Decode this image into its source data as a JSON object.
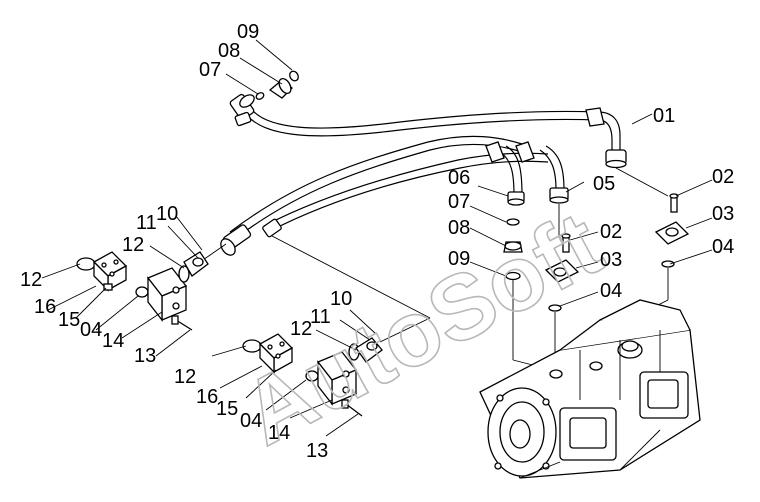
{
  "watermark": "AutoSoft",
  "labels": {
    "l01": "01",
    "l02a": "02",
    "l03a": "03",
    "l04a": "04",
    "l05": "05",
    "l06": "06",
    "l07a": "07",
    "l08a": "08",
    "l09a": "09",
    "l02b": "02",
    "l03b": "03",
    "l04b": "04",
    "l07b": "07",
    "l08b": "08",
    "l09b": "09",
    "l11a": "11",
    "l10a": "10",
    "l12a": "12",
    "l12b": "12",
    "l16a": "16",
    "l15a": "15",
    "l04c": "04",
    "l14a": "14",
    "l13a": "13",
    "l10b": "10",
    "l11b": "11",
    "l12c": "12",
    "l12d": "12",
    "l16b": "16",
    "l15b": "15",
    "l04d": "04",
    "l14b": "14",
    "l13b": "13"
  }
}
